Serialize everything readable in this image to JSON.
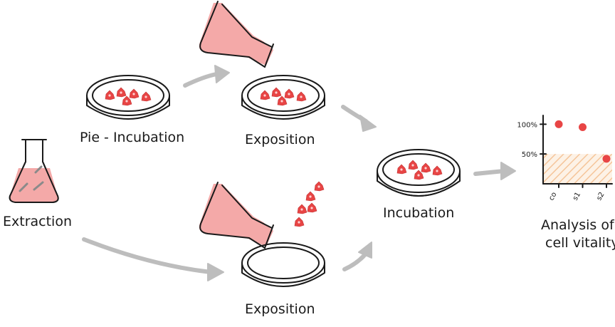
{
  "labels": {
    "extraction": "Extraction",
    "pre_incubation": "Pie - Incubation",
    "exposition_top": "Exposition",
    "exposition_bottom": "Exposition",
    "incubation": "Incubation",
    "analysis_line1": "Analysis of",
    "analysis_line2": "cell vitality"
  },
  "colors": {
    "liquid": "#f4a9a8",
    "cell": "#e84545",
    "arrow": "#bdbdbd",
    "hatch": "#f5c59a",
    "point": "#e84545"
  },
  "chart_data": {
    "type": "scatter",
    "categories": [
      "co",
      "s1",
      "s2"
    ],
    "values": [
      100,
      95,
      42
    ],
    "yticks": [
      "100%",
      "50%"
    ],
    "ylim": [
      0,
      110
    ],
    "highlight_band": [
      0,
      50
    ]
  }
}
